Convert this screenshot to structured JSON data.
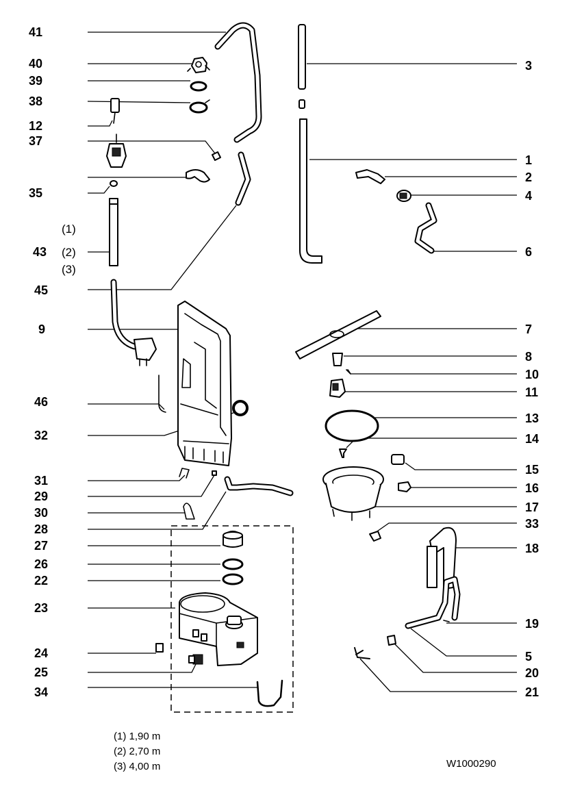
{
  "callouts_left": [
    {
      "id": "41",
      "text": "41"
    },
    {
      "id": "40",
      "text": "40"
    },
    {
      "id": "39",
      "text": "39"
    },
    {
      "id": "38",
      "text": "38"
    },
    {
      "id": "12",
      "text": "12"
    },
    {
      "id": "37",
      "text": "37"
    },
    {
      "id": "35",
      "text": "35"
    },
    {
      "id": "43",
      "text": "43"
    },
    {
      "id": "45",
      "text": "45"
    },
    {
      "id": "9",
      "text": "9"
    },
    {
      "id": "46",
      "text": "46"
    },
    {
      "id": "32",
      "text": "32"
    },
    {
      "id": "31",
      "text": "31"
    },
    {
      "id": "29",
      "text": "29"
    },
    {
      "id": "30",
      "text": "30"
    },
    {
      "id": "28",
      "text": "28"
    },
    {
      "id": "27",
      "text": "27"
    },
    {
      "id": "26",
      "text": "26"
    },
    {
      "id": "22",
      "text": "22"
    },
    {
      "id": "23",
      "text": "23"
    },
    {
      "id": "24",
      "text": "24"
    },
    {
      "id": "25",
      "text": "25"
    },
    {
      "id": "34",
      "text": "34"
    }
  ],
  "callouts_right": [
    {
      "id": "3",
      "text": "3"
    },
    {
      "id": "1",
      "text": "1"
    },
    {
      "id": "2",
      "text": "2"
    },
    {
      "id": "4",
      "text": "4"
    },
    {
      "id": "6",
      "text": "6"
    },
    {
      "id": "7",
      "text": "7"
    },
    {
      "id": "8",
      "text": "8"
    },
    {
      "id": "10",
      "text": "10"
    },
    {
      "id": "11",
      "text": "11"
    },
    {
      "id": "13",
      "text": "13"
    },
    {
      "id": "14",
      "text": "14"
    },
    {
      "id": "15",
      "text": "15"
    },
    {
      "id": "16",
      "text": "16"
    },
    {
      "id": "17",
      "text": "17"
    },
    {
      "id": "33",
      "text": "33"
    },
    {
      "id": "18",
      "text": "18"
    },
    {
      "id": "19",
      "text": "19"
    },
    {
      "id": "5",
      "text": "5"
    },
    {
      "id": "20",
      "text": "20"
    },
    {
      "id": "21",
      "text": "21"
    }
  ],
  "variants": [
    "(1)",
    "(2)",
    "(3)"
  ],
  "legend": [
    "(1) 1,90 m",
    "(2) 2,70 m",
    "(3) 4,00 m"
  ],
  "drawing_id": "W1000290"
}
